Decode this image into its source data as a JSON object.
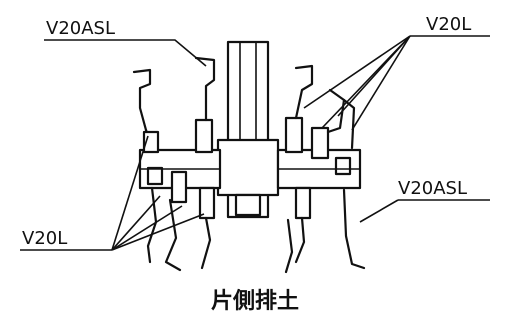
{
  "labels": {
    "top_left": "V20ASL",
    "top_right": "V20L",
    "bottom_left": "V20L",
    "bottom_right": "V20ASL"
  },
  "caption": "片側排土"
}
